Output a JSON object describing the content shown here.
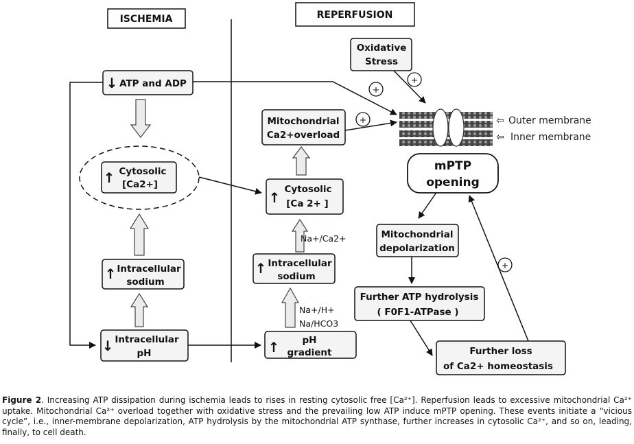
{
  "headers": {
    "ischemia": "ISCHEMIA",
    "reperfusion": "REPERFUSION"
  },
  "left_boxes": {
    "atp": "ATP and ADP",
    "cytosolic_line1": "Cytosolic",
    "cytosolic_line2": "[Ca2+]",
    "sodium_line1": "Intracellular",
    "sodium_line2": "sodium",
    "ph_line1": "Intracellular",
    "ph_line2": "pH"
  },
  "right_boxes": {
    "mito_line1": "Mitochondrial",
    "mito_line2": "Ca2+overload",
    "cytosolic_line1": "Cytosolic",
    "cytosolic_line2": "[Ca 2+ ]",
    "sodium_line1": "Intracellular",
    "sodium_line2": "sodium",
    "ph_line1": "pH",
    "ph_line2": "gradient"
  },
  "oxidative": {
    "line1": "Oxidative",
    "line2": "Stress"
  },
  "membrane": {
    "outer_label": "Outer membrane",
    "inner_label": "Inner membrane"
  },
  "mptp": {
    "line1": "mPTP",
    "line2": "opening"
  },
  "cycle": {
    "depol_line1": "Mitochondrial",
    "depol_line2": "depolarization",
    "hydro_line1": "Further ATP hydrolysis",
    "hydro_line2": "( F0F1-ATPase )",
    "loss_line1": "Further loss",
    "loss_line2": "of Ca2+   homeostasis"
  },
  "exchangers": {
    "na_ca": "Na+/Ca2+",
    "na_h": "Na+/H+",
    "na_hco3": "Na/HCO3"
  },
  "plus_symbol": "+",
  "up_arrow": "↑",
  "down_arrow": "↓",
  "caption": {
    "label": "Figure 2",
    "text": ". Increasing ATP dissipation during ischemia leads to rises in resting cytosolic free [Ca²⁺]. Reperfusion leads to excessive mitochondrial Ca²⁺ uptake. Mitochondrial Ca²⁺ overload together with oxidative stress and the prevailing low ATP induce mPTP opening. These events initiate a “vicious cycle”, i.e., inner-membrane depolarization, ATP hydrolysis by the mitochondrial ATP synthase, further increases in cytosolic Ca²⁺, and so on, leading, finally, to cell death."
  }
}
